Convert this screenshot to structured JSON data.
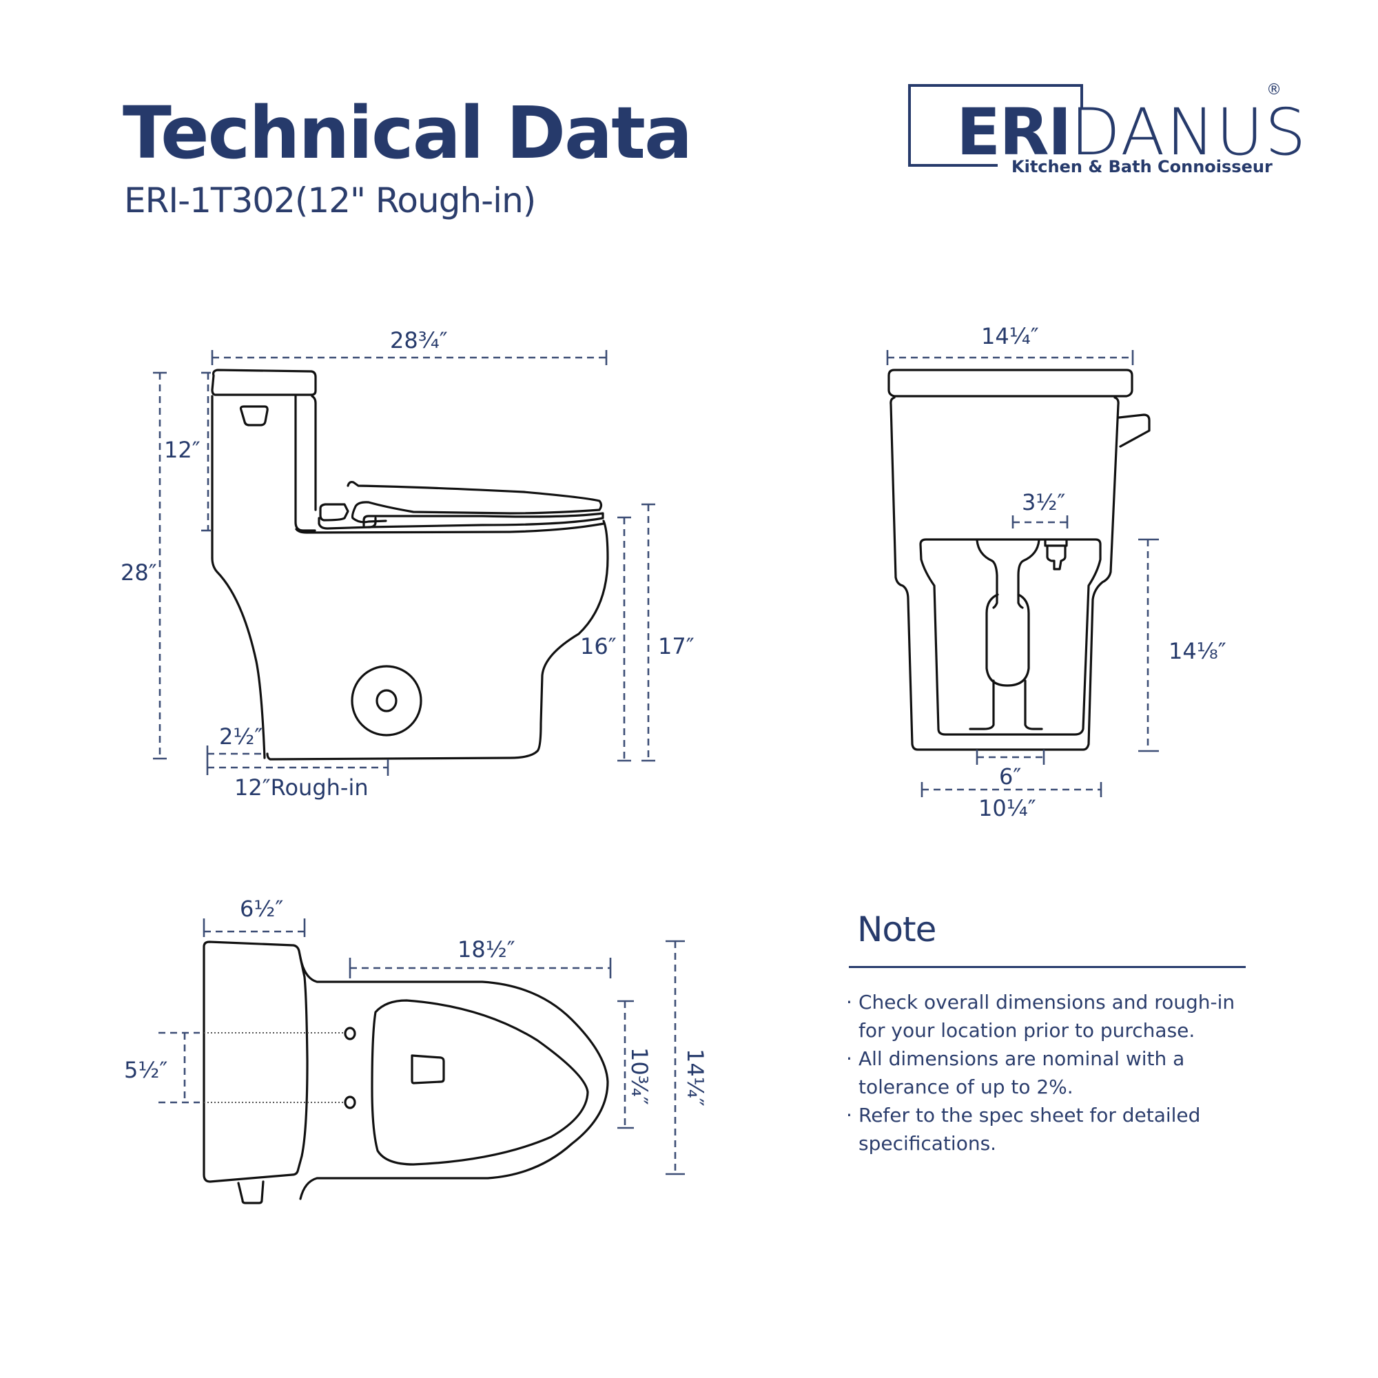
{
  "header": {
    "title": "Technical Data",
    "model": "ERI-1T302(12\" Rough-in)"
  },
  "brand": {
    "name_bold": "ERI",
    "name_light": "DANUS",
    "registered_mark": "®",
    "tagline": "Kitchen & Bath Connoisseur",
    "color": "#263a6b"
  },
  "side_view": {
    "overall_length": "28¾″",
    "overall_height": "28″",
    "tank_height": "12″",
    "seat_height": "16″",
    "rim_height": "17″",
    "base_offset": "2½″",
    "rough_in": "12″Rough-in"
  },
  "front_view": {
    "tank_width": "14¼″",
    "supply_offset": "3½″",
    "base_height": "14⅛″",
    "trap_width": "6″",
    "base_width": "10¼″"
  },
  "top_view": {
    "tank_depth": "6½″",
    "bowl_length": "18½″",
    "seat_bolt_spacing": "5½″",
    "bowl_width": "10¾″",
    "overall_width": "14¼″"
  },
  "note": {
    "title": "Note",
    "items": [
      {
        "line1": "Check overall dimensions and rough-in",
        "line2": "for your location prior to purchase."
      },
      {
        "line1": "All dimensions are nominal with a",
        "line2": "tolerance of up to 2%."
      },
      {
        "line1": "Refer to the spec sheet for detailed",
        "line2": "specifications."
      }
    ],
    "bullet": "·"
  }
}
